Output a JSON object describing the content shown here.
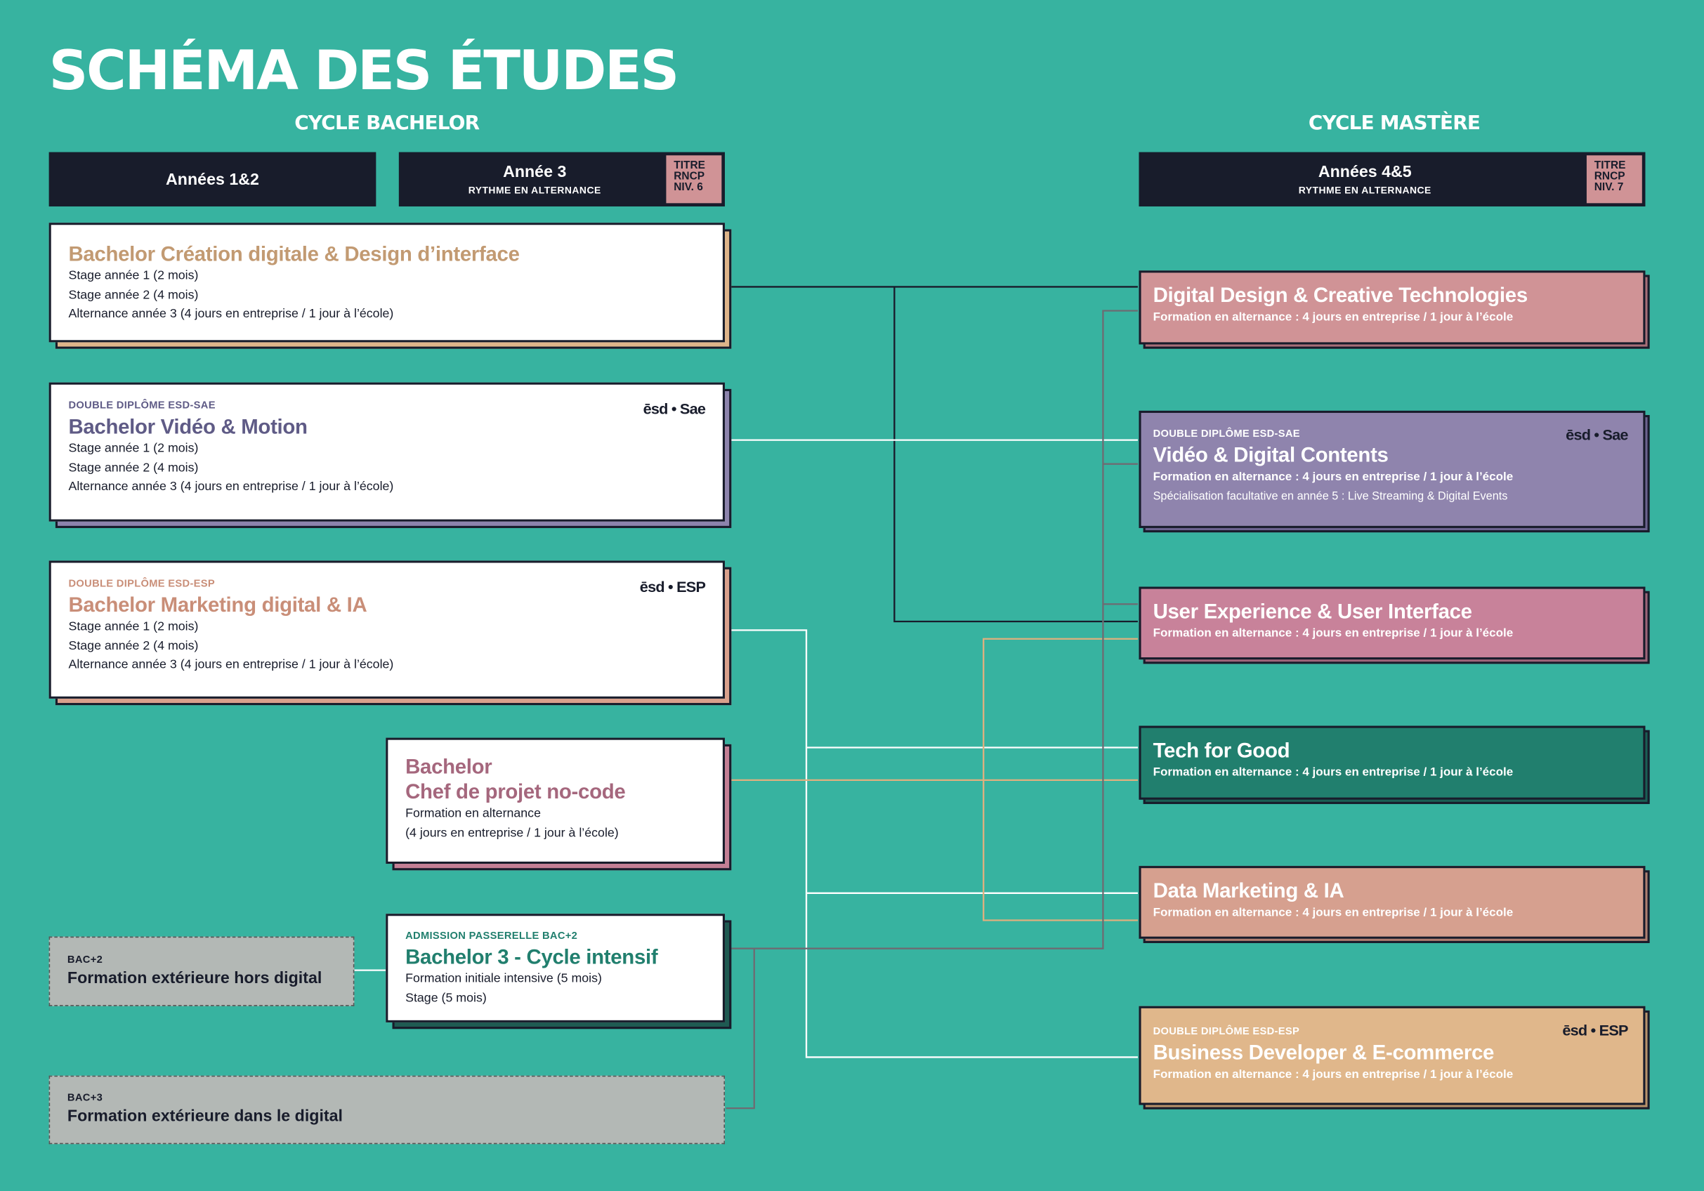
{
  "title": "SCHÉMA DES ÉTUDES",
  "cycles": {
    "bachelor": "CYCLE BACHELOR",
    "mastere": "CYCLE MASTÈRE"
  },
  "headers": {
    "years12": {
      "label": "Années 1&2"
    },
    "year3": {
      "label": "Année 3",
      "sub": "RYTHME EN ALTERNANCE",
      "badge": [
        "TITRE",
        "RNCP",
        "NIV. 6"
      ]
    },
    "years45": {
      "label": "Années 4&5",
      "sub": "RYTHME EN ALTERNANCE",
      "badge": [
        "TITRE",
        "RNCP",
        "NIV. 7"
      ]
    }
  },
  "bachelors": [
    {
      "title": "Bachelor Création digitale & Design d’interface",
      "lines": [
        "Stage année 1 (2 mois)",
        "Stage année 2 (4 mois)",
        "Alternance année 3 (4 jours en entreprise / 1 jour à l’école)"
      ]
    },
    {
      "label": "DOUBLE DIPLÔME ESD-SAE",
      "title": "Bachelor Vidéo & Motion",
      "logo": "ēsd • Sae",
      "lines": [
        "Stage année 1 (2 mois)",
        "Stage année 2 (4 mois)",
        "Alternance année 3 (4 jours en entreprise / 1 jour à l’école)"
      ]
    },
    {
      "label": "DOUBLE DIPLÔME ESD-ESP",
      "title": "Bachelor Marketing digital & IA",
      "logo": "ēsd • ESP",
      "lines": [
        "Stage année 1 (2 mois)",
        "Stage année 2 (4 mois)",
        "Alternance année 3 (4 jours en entreprise / 1 jour à l’école)"
      ]
    },
    {
      "title_lines": [
        "Bachelor",
        "Chef de projet no-code"
      ],
      "lines": [
        "Formation en alternance",
        "(4 jours en entreprise / 1 jour à l’école)"
      ]
    },
    {
      "label": "ADMISSION PASSERELLE BAC+2",
      "title": "Bachelor 3 - Cycle intensif",
      "lines": [
        "Formation initiale intensive (5 mois)",
        "Stage (5 mois)"
      ]
    }
  ],
  "external": [
    {
      "label": "BAC+2",
      "title": "Formation extérieure hors digital"
    },
    {
      "label": "BAC+3",
      "title": "Formation extérieure dans le digital"
    }
  ],
  "masters": [
    {
      "title": "Digital Design & Creative Technologies",
      "line": "Formation en alternance : 4 jours en entreprise / 1 jour à l’école",
      "color": "#d09396"
    },
    {
      "label": "DOUBLE DIPLÔME ESD-SAE",
      "title": "Vidéo & Digital Contents",
      "logo": "ēsd • Sae",
      "line": "Formation en alternance : 4 jours en entreprise / 1 jour à l’école",
      "extra": "Spécialisation facultative en année 5 : Live Streaming & Digital Events",
      "color": "#8f84ad"
    },
    {
      "title": "User Experience & User Interface",
      "line": "Formation en alternance : 4 jours en entreprise / 1 jour à l’école",
      "color": "#c8829a"
    },
    {
      "title": "Tech for Good",
      "line": "Formation en alternance : 4 jours en entreprise / 1 jour à l’école",
      "color": "#217f6e"
    },
    {
      "title": "Data Marketing & IA",
      "line": "Formation en alternance : 4 jours en entreprise / 1 jour à l’école",
      "color": "#d6a08f"
    },
    {
      "label": "DOUBLE DIPLÔME ESD-ESP",
      "title": "Business Developer & E-commerce",
      "logo": "ēsd • ESP",
      "line": "Formation en alternance : 4 jours en entreprise / 1 jour à l’école",
      "color": "#e0b78b"
    }
  ]
}
